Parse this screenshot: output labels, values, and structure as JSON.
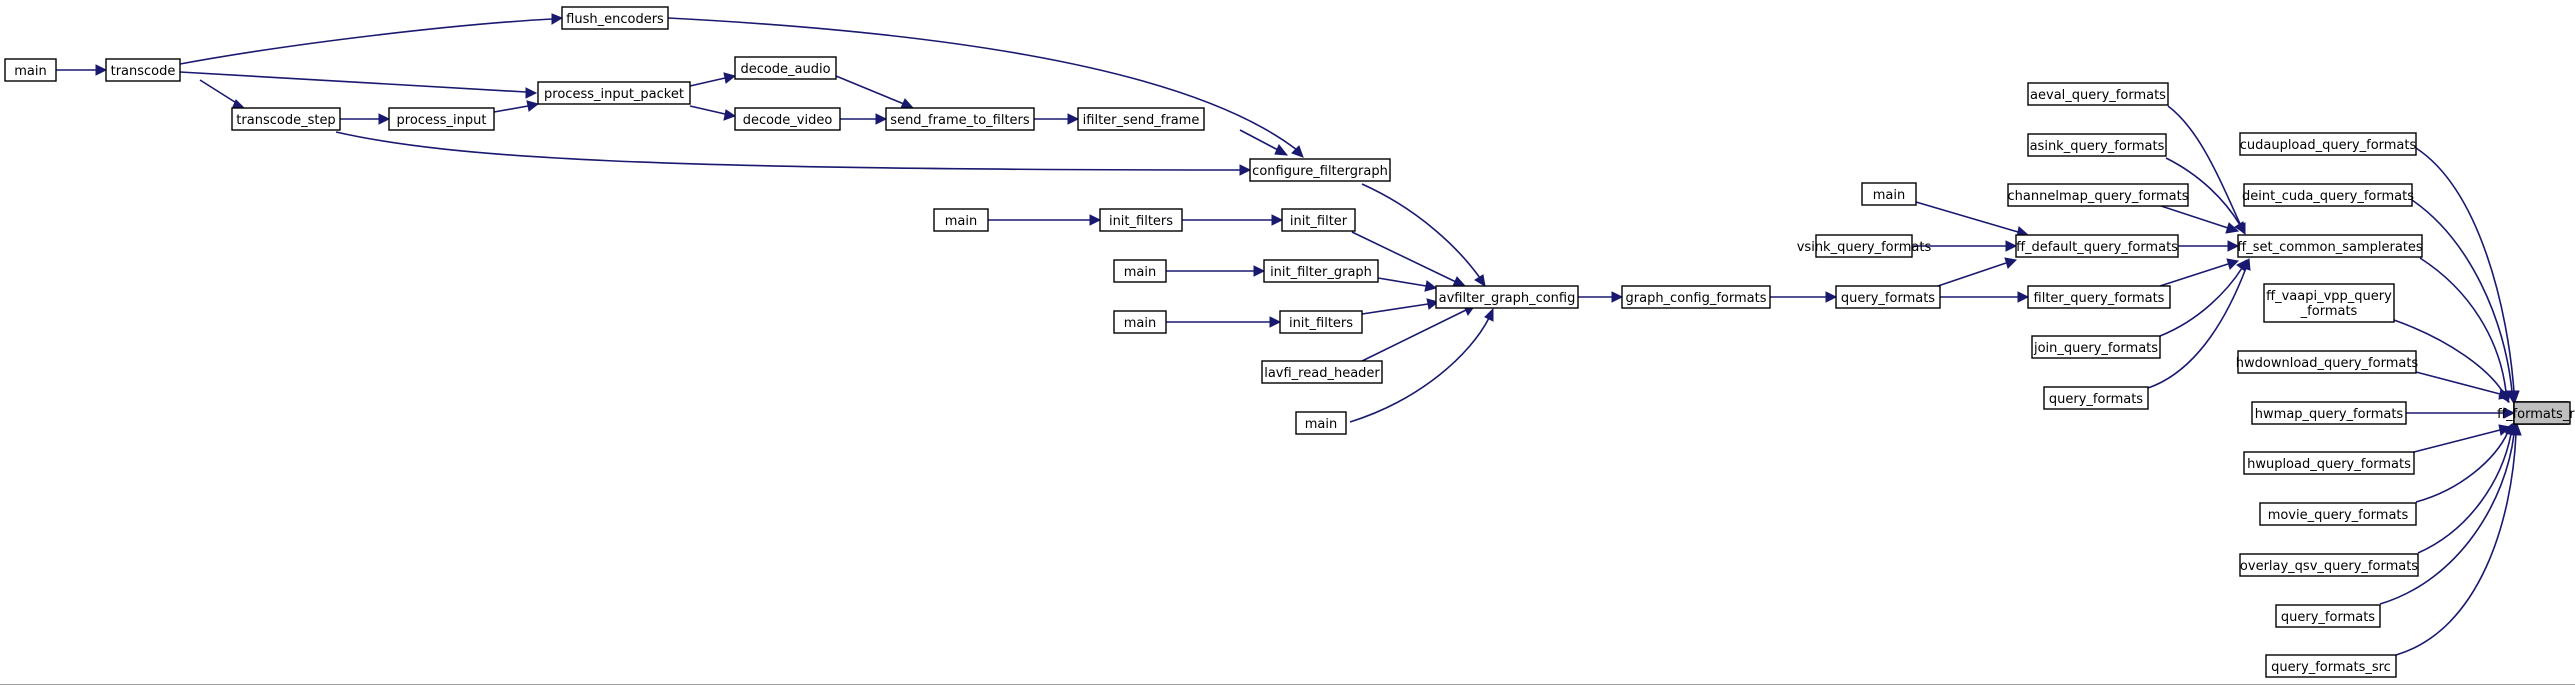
{
  "graph": {
    "nodes": {
      "main_tr": "main",
      "transcode": "transcode",
      "flush_encoders": "flush_encoders",
      "process_input_packet": "process_input_packet",
      "transcode_step": "transcode_step",
      "process_input": "process_input",
      "decode_audio": "decode_audio",
      "decode_video": "decode_video",
      "send_frame_to_filters": "send_frame_to_filters",
      "ifilter_send_frame": "ifilter_send_frame",
      "configure_filtergraph": "configure_filtergraph",
      "main_if": "main",
      "init_filters_a": "init_filters",
      "init_filter": "init_filter",
      "main_ifg": "main",
      "init_filter_graph": "init_filter_graph",
      "main_ifs": "main",
      "init_filters_b": "init_filters",
      "lavfi_read_header": "lavfi_read_header",
      "main_lv": "main",
      "avfilter_graph_config": "avfilter_graph_config",
      "graph_config_formats": "graph_config_formats",
      "query_formats": "query_formats",
      "main_dq": "main",
      "vsink_query_formats": "vsink_query_formats",
      "ff_default_query_formats": "ff_default_query_formats",
      "aeval_query_formats": "aeval_query_formats",
      "asink_query_formats": "asink_query_formats",
      "channelmap_query_formats": "channelmap_query_formats",
      "filter_query_formats": "filter_query_formats",
      "join_query_formats": "join_query_formats",
      "query_formats_b": "query_formats",
      "ff_set_common_samplerates": "ff_set_common_samplerates",
      "cudaupload_query_formats": "cudaupload_query_formats",
      "deint_cuda_query_formats": "deint_cuda_query_formats",
      "ff_vaapi_vpp_query_formats_1": "ff_vaapi_vpp_query",
      "ff_vaapi_vpp_query_formats_2": "_formats",
      "hwdownload_query_formats": "hwdownload_query_formats",
      "hwmap_query_formats": "hwmap_query_formats",
      "hwupload_query_formats": "hwupload_query_formats",
      "movie_query_formats": "movie_query_formats",
      "overlay_qsv_query_formats": "overlay_qsv_query_formats",
      "query_formats_c": "query_formats",
      "query_formats_src": "query_formats_src",
      "ff_formats_ref": "ff_formats_ref"
    }
  }
}
